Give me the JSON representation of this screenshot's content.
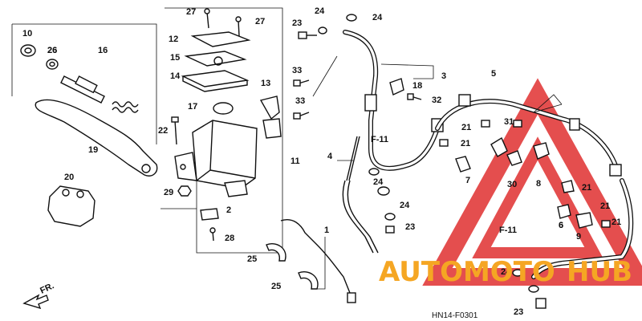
{
  "diagram": {
    "code": "HN14-F0301",
    "direction_label": "FR.",
    "ref_labels": [
      "F-11",
      "F-11"
    ],
    "callouts": [
      "1",
      "2",
      "3",
      "4",
      "5",
      "6",
      "6",
      "7",
      "8",
      "9",
      "10",
      "11",
      "12",
      "13",
      "14",
      "15",
      "16",
      "17",
      "18",
      "19",
      "20",
      "21",
      "21",
      "21",
      "21",
      "21",
      "22",
      "23",
      "23",
      "23",
      "24",
      "24",
      "24",
      "24",
      "24",
      "25",
      "25",
      "26",
      "26",
      "27",
      "27",
      "28",
      "29",
      "30",
      "31",
      "32",
      "33",
      "33"
    ]
  },
  "watermark": {
    "text_red": "AUTOMOTO",
    "text_orange": "HUB",
    "color_red": "#e03030",
    "color_orange": "#f5a623"
  }
}
